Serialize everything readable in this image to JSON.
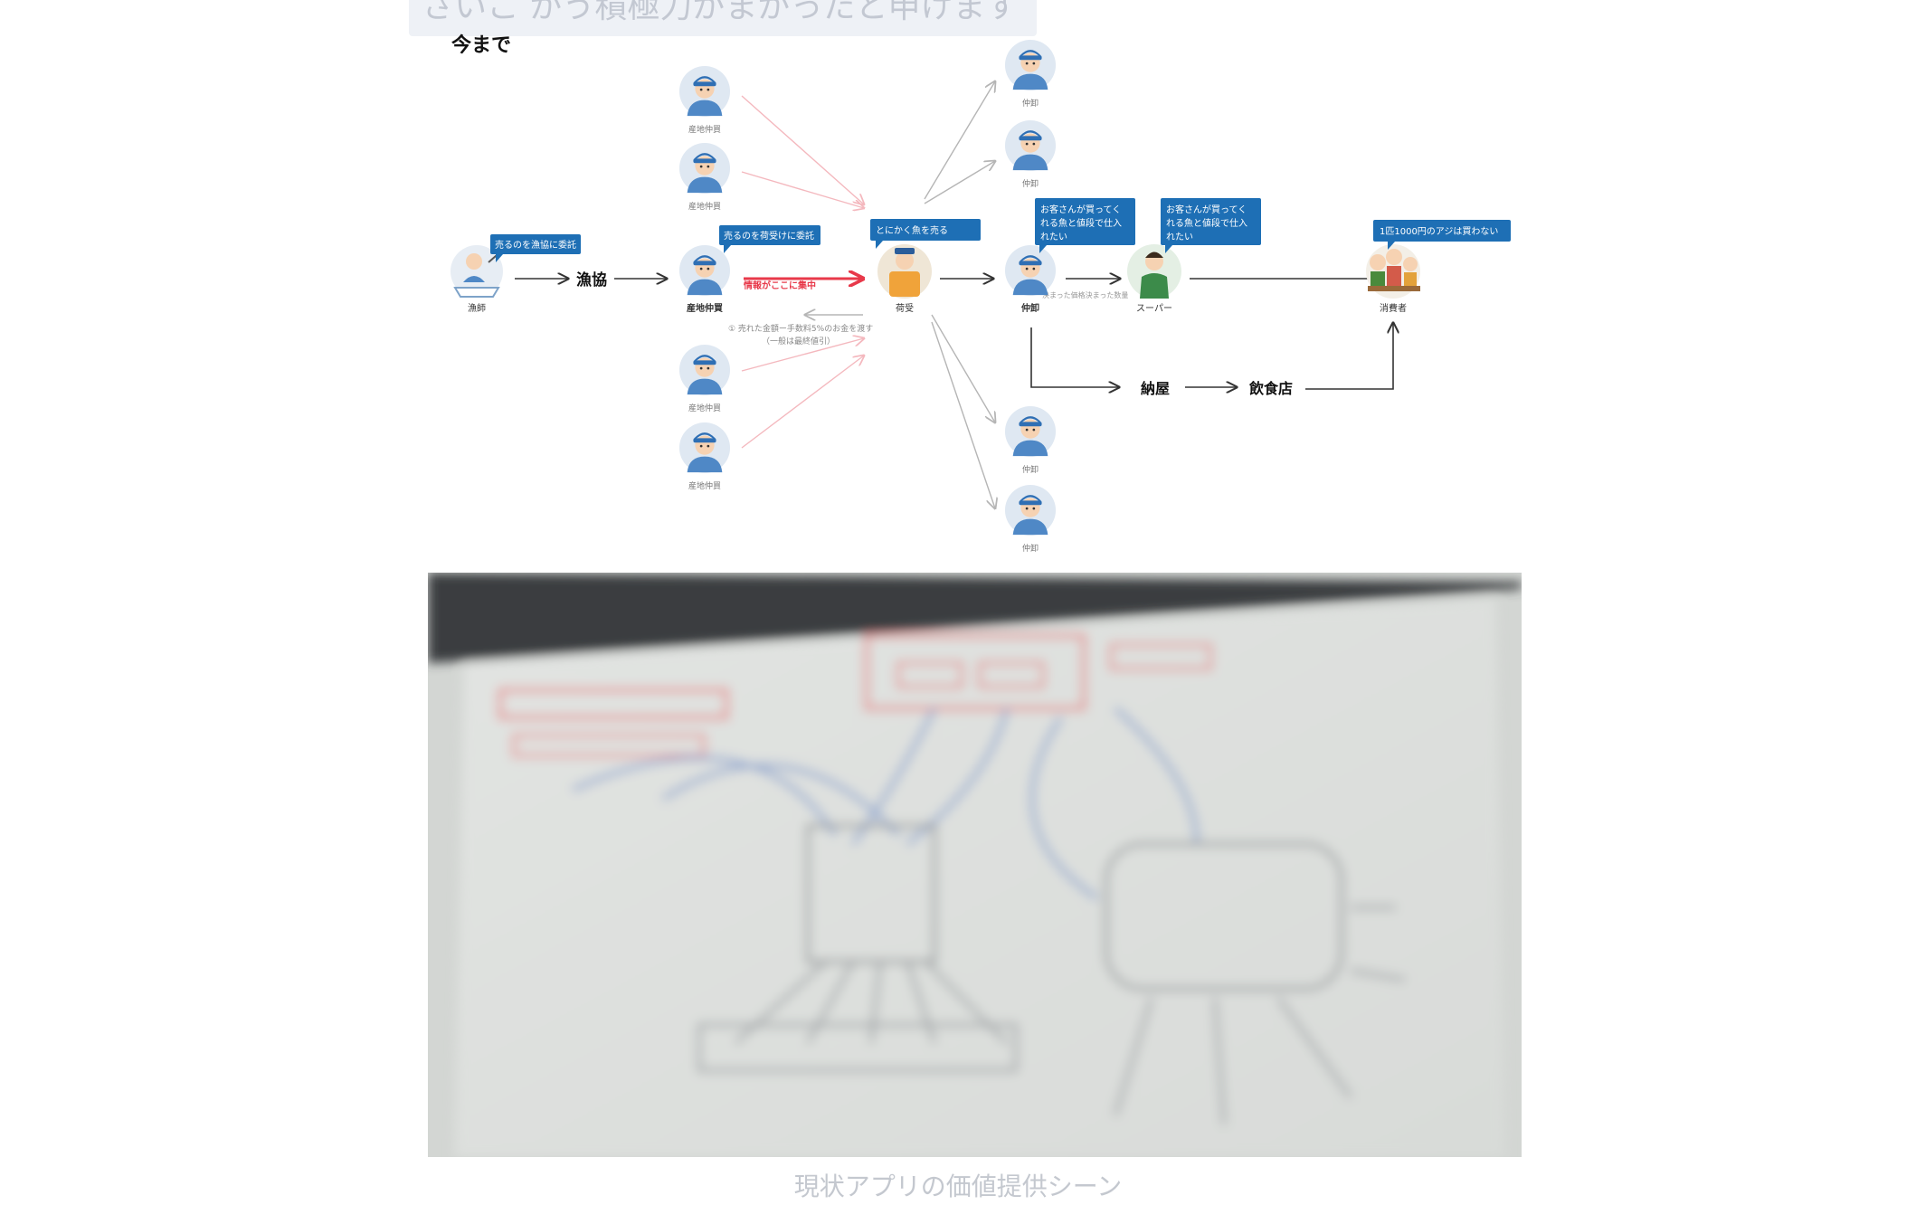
{
  "heading": "さいこ がう積極力がまがったと申けます",
  "diagram": {
    "title": "今まで",
    "nodes": {
      "fisher": "漁師",
      "coop": "漁協",
      "sanchi": "産地仲買",
      "niuke": "荷受",
      "nakaoroshi": "仲卸",
      "super": "スーパー",
      "consumer": "消費者",
      "naya": "納屋",
      "restaurant": "飲食店"
    },
    "bubbles": {
      "fisher": "売るのを漁協に委託",
      "sanchi": "売るのを荷受けに委託",
      "niuke": "とにかく魚を売る",
      "nakaoroshi": [
        "お客さんが買ってく",
        "れる魚と値段で仕入",
        "れたい"
      ],
      "super": [
        "お客さんが買ってく",
        "れる魚と値段で仕入",
        "れたい"
      ],
      "consumer": "1匹1000円のアジは買わない"
    },
    "notes": {
      "info": "情報がここに集中",
      "return": [
        "① 売れた金額ー手数料5%のお金を渡す",
        "（一般は最終値引）"
      ],
      "decided": "決まった価格決まった数量"
    }
  },
  "caption": "現状アプリの価値提供シーン",
  "colors": {
    "bubble": "#1e6fb5",
    "red_arrow": "#e8394a",
    "pink_line": "#f4b8be",
    "gray_line": "#b5b5b5",
    "dark_line": "#333333"
  },
  "icons": [
    "fisherman-icon",
    "broker-icon",
    "auctioneer-icon",
    "wholesaler-icon",
    "clerk-icon",
    "family-icon"
  ]
}
